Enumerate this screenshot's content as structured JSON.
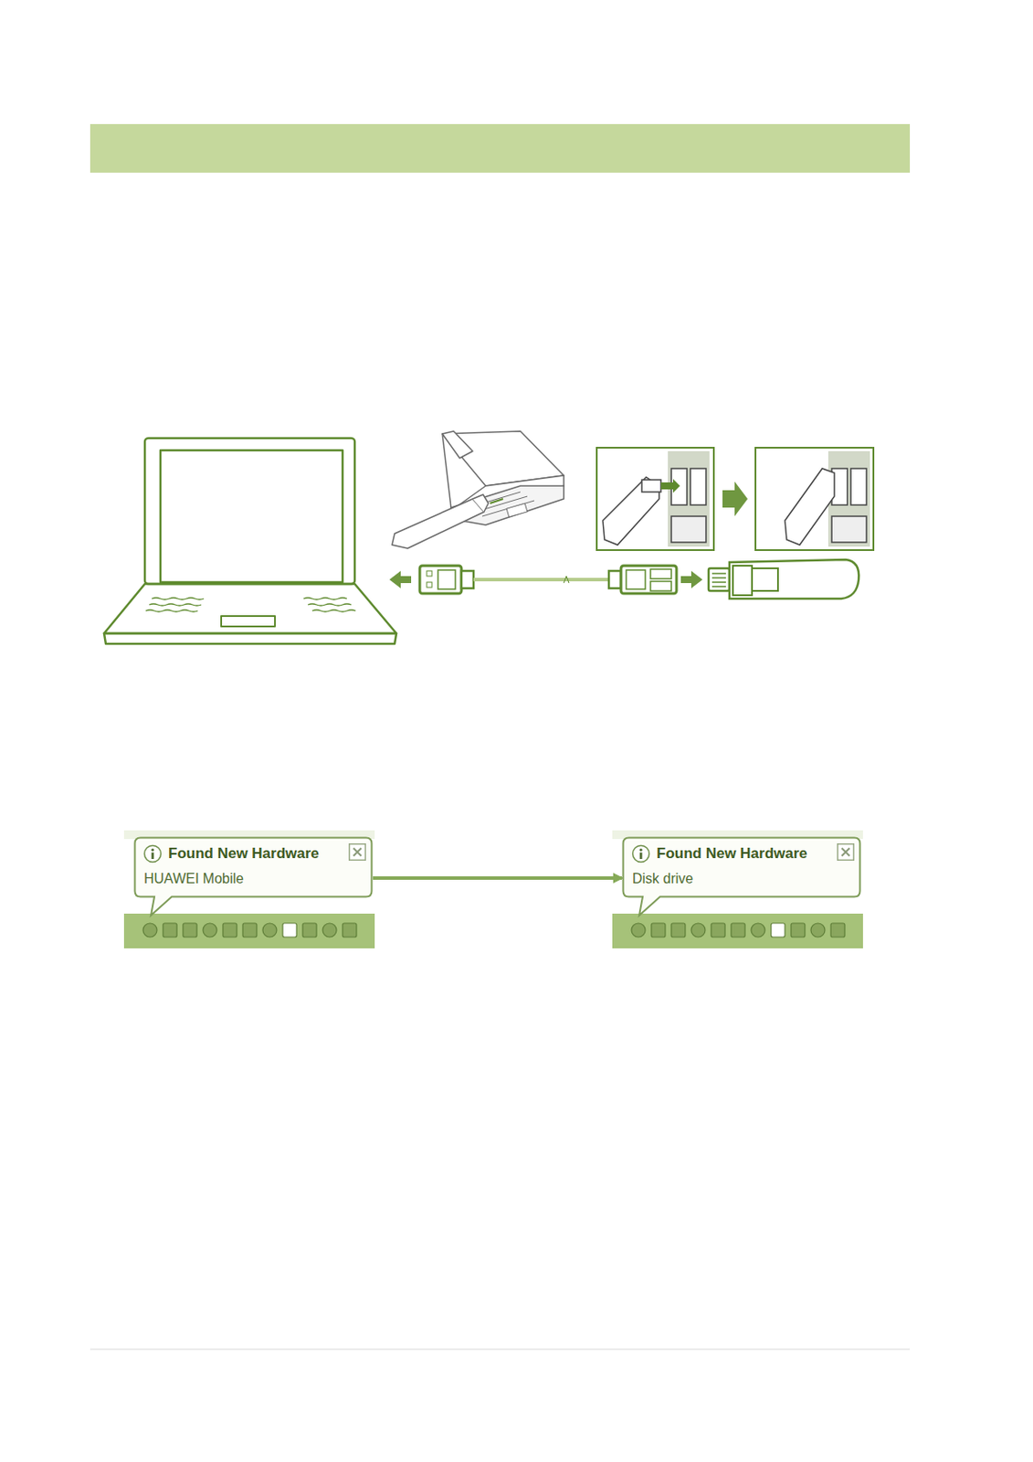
{
  "diagram": {
    "nodes": [
      {
        "text": [
          "Found New Hardware",
          "HUAWEI Mobile"
        ]
      },
      {
        "text": [
          "Found New Hardware",
          "Disk drive"
        ]
      }
    ],
    "edges": [
      {
        "from": 0,
        "to": 1,
        "arrow": "to"
      }
    ]
  }
}
